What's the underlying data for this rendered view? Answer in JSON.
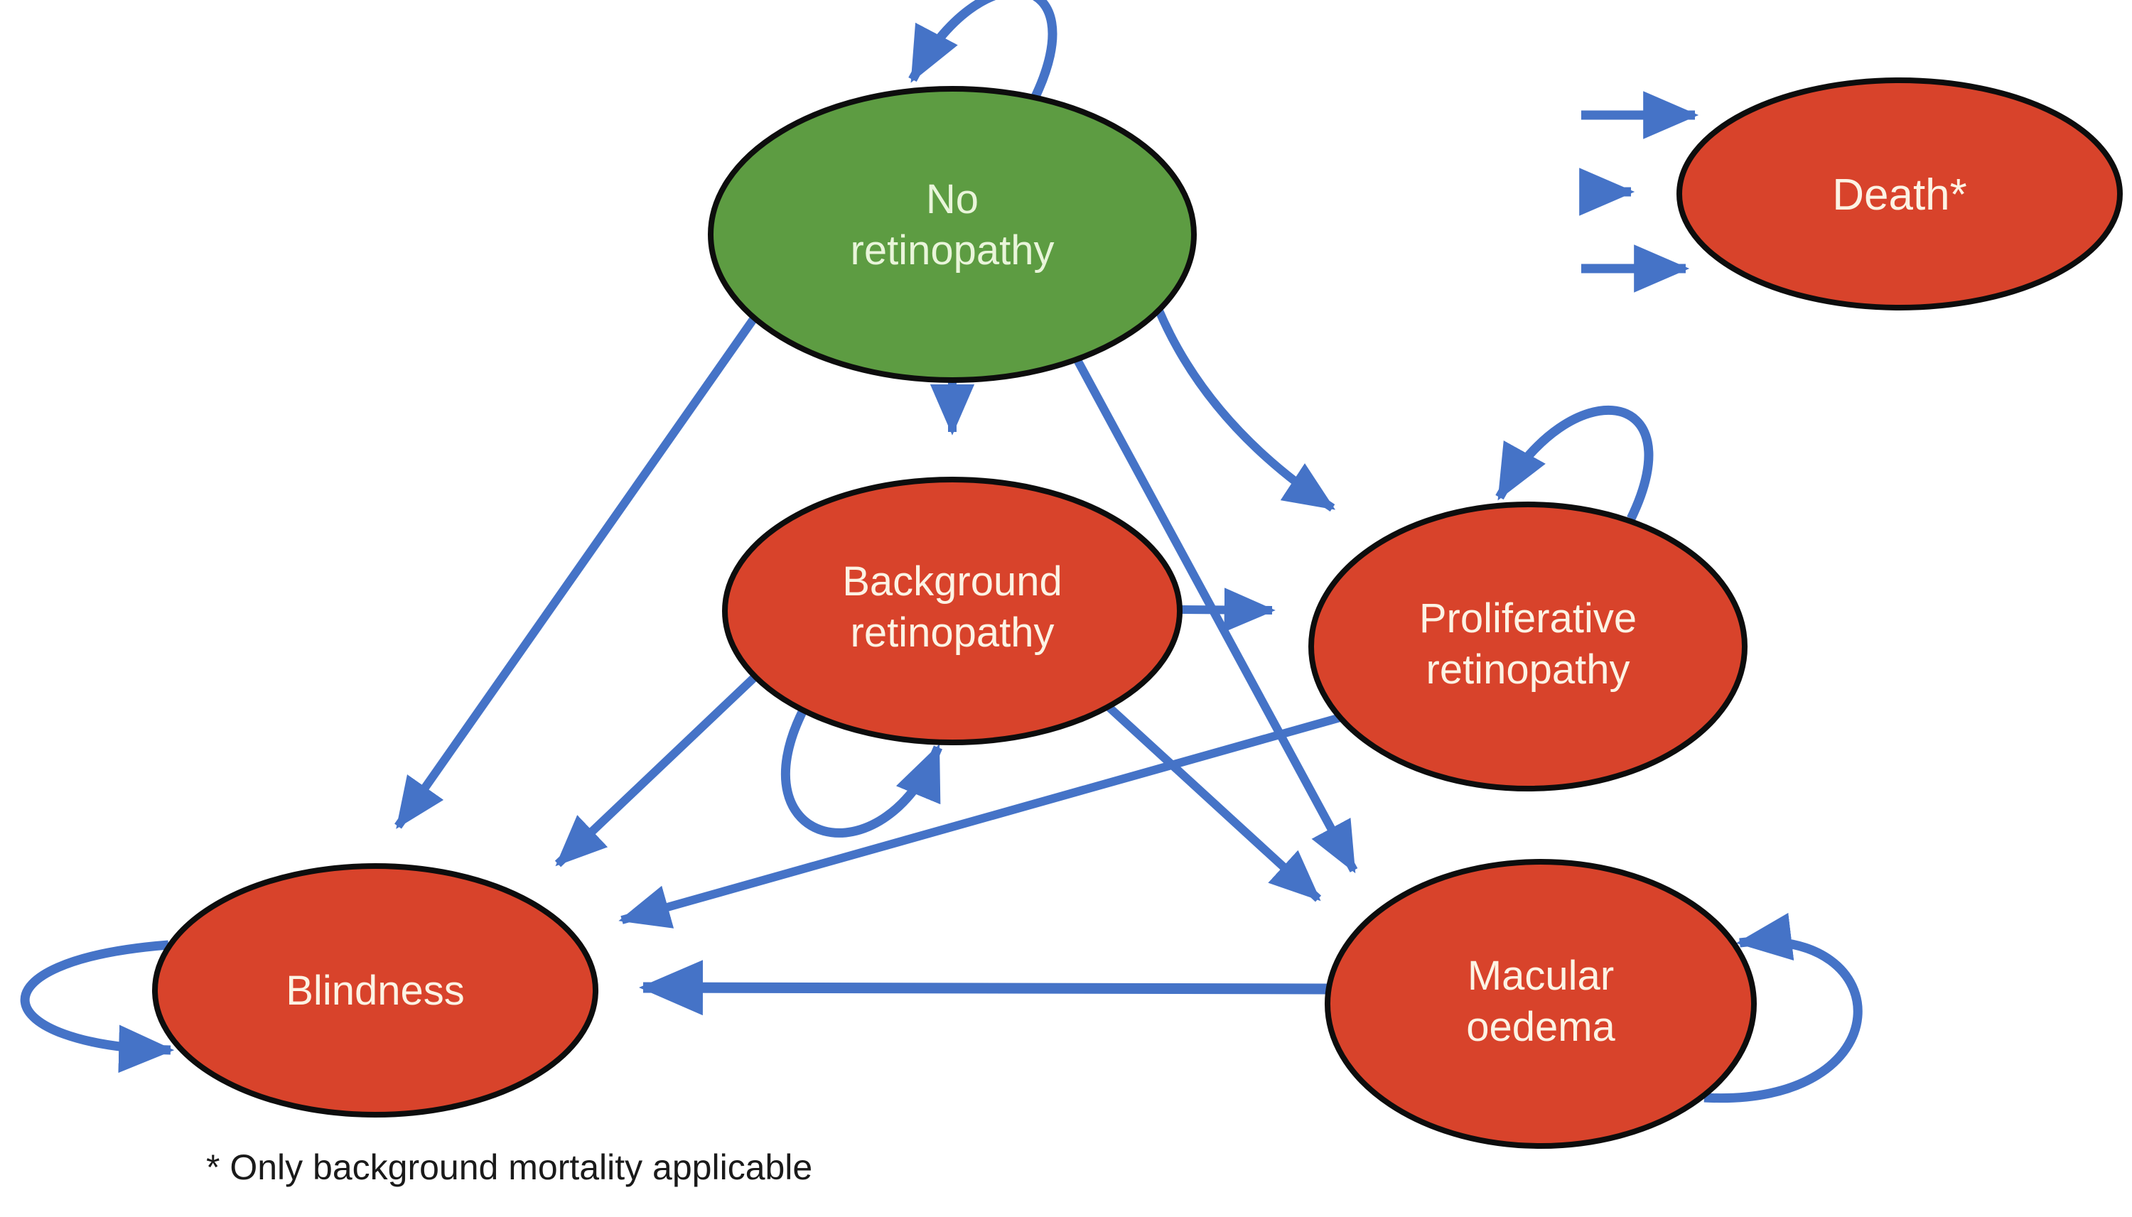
{
  "diagram": {
    "type": "state-transition-diagram",
    "subject": "Diabetic retinopathy disease states"
  },
  "nodes": {
    "no_retinopathy": {
      "line1": "No",
      "line2": "retinopathy"
    },
    "background_retinopathy": {
      "line1": "Background",
      "line2": "retinopathy"
    },
    "proliferative_retinopathy": {
      "line1": "Proliferative",
      "line2": "retinopathy"
    },
    "macular_oedema": {
      "line1": "Macular",
      "line2": "oedema"
    },
    "blindness": {
      "label": "Blindness"
    },
    "death": {
      "label": "Death*"
    }
  },
  "footnote": {
    "text": "* Only background mortality applicable"
  },
  "transitions": [
    {
      "from": "no_retinopathy",
      "to": "no_retinopathy"
    },
    {
      "from": "no_retinopathy",
      "to": "background_retinopathy"
    },
    {
      "from": "no_retinopathy",
      "to": "proliferative_retinopathy"
    },
    {
      "from": "no_retinopathy",
      "to": "macular_oedema"
    },
    {
      "from": "no_retinopathy",
      "to": "blindness"
    },
    {
      "from": "background_retinopathy",
      "to": "background_retinopathy"
    },
    {
      "from": "background_retinopathy",
      "to": "proliferative_retinopathy"
    },
    {
      "from": "background_retinopathy",
      "to": "macular_oedema"
    },
    {
      "from": "background_retinopathy",
      "to": "blindness"
    },
    {
      "from": "proliferative_retinopathy",
      "to": "proliferative_retinopathy"
    },
    {
      "from": "proliferative_retinopathy",
      "to": "blindness"
    },
    {
      "from": "macular_oedema",
      "to": "macular_oedema"
    },
    {
      "from": "macular_oedema",
      "to": "blindness"
    },
    {
      "from": "blindness",
      "to": "blindness"
    },
    {
      "from": "all_states",
      "to": "death",
      "note": "three unlabeled incoming arrows"
    }
  ],
  "colors": {
    "green_node": "#5D9C42",
    "red_node": "#D8432B",
    "arrow": "#4573C7",
    "node_outline": "#0D0D0D",
    "red_node_text": "#FCF3E4",
    "green_node_text": "#E9F5DA",
    "footnote": "#1A1A1A"
  }
}
